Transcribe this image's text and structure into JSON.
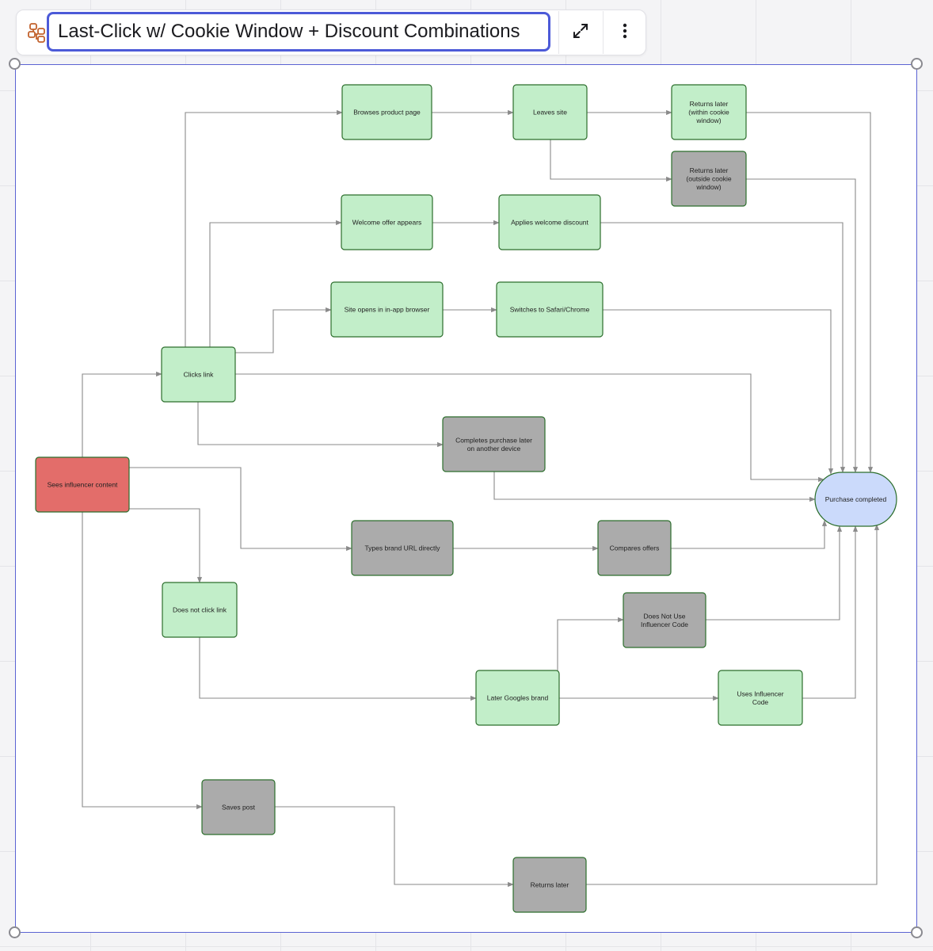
{
  "header": {
    "title": "Last-Click w/ Cookie Window + Discount Combinations",
    "icon": "diagram-icon",
    "expand_icon": "expand-icon",
    "more_icon": "more-vertical-icon"
  },
  "colors": {
    "accent": "#4c5ad8",
    "green": "#c2eec9",
    "gray": "#ababab",
    "red": "#e36d6a",
    "blue": "#cbdafb",
    "edge": "#8a8a8a"
  },
  "nodes": [
    {
      "id": "sees-influencer-content",
      "lines": [
        "Sees influencer content"
      ],
      "style": "red"
    },
    {
      "id": "clicks-link",
      "lines": [
        "Clicks link"
      ],
      "style": "green"
    },
    {
      "id": "browses-product-page",
      "lines": [
        "Browses product page"
      ],
      "style": "green"
    },
    {
      "id": "leaves-site",
      "lines": [
        "Leaves site"
      ],
      "style": "green"
    },
    {
      "id": "returns-later-within",
      "lines": [
        "Returns later",
        "(within cookie",
        "window)"
      ],
      "style": "green"
    },
    {
      "id": "returns-later-outside",
      "lines": [
        "Returns later",
        "(outside cookie",
        "window)"
      ],
      "style": "gray"
    },
    {
      "id": "welcome-offer-appears",
      "lines": [
        "Welcome offer appears"
      ],
      "style": "green"
    },
    {
      "id": "applies-welcome-discount",
      "lines": [
        "Applies welcome discount"
      ],
      "style": "green"
    },
    {
      "id": "site-opens-in-app-browser",
      "lines": [
        "Site opens in in-app browser"
      ],
      "style": "green"
    },
    {
      "id": "switches-to-safari-chrome",
      "lines": [
        "Switches to Safari/Chrome"
      ],
      "style": "green"
    },
    {
      "id": "completes-purchase-later",
      "lines": [
        "Completes purchase later",
        "on another device"
      ],
      "style": "gray"
    },
    {
      "id": "purchase-completed",
      "lines": [
        "Purchase completed"
      ],
      "style": "blue"
    },
    {
      "id": "types-brand-url",
      "lines": [
        "Types brand URL directly"
      ],
      "style": "gray"
    },
    {
      "id": "compares-offers",
      "lines": [
        "Compares offers"
      ],
      "style": "gray"
    },
    {
      "id": "does-not-click-link",
      "lines": [
        "Does not click link"
      ],
      "style": "green"
    },
    {
      "id": "does-not-use-influencer-code",
      "lines": [
        "Does Not Use",
        "Influencer Code"
      ],
      "style": "gray"
    },
    {
      "id": "later-googles-brand",
      "lines": [
        "Later Googles brand"
      ],
      "style": "green"
    },
    {
      "id": "uses-influencer-code",
      "lines": [
        "Uses Influencer",
        "Code"
      ],
      "style": "green"
    },
    {
      "id": "saves-post",
      "lines": [
        "Saves post"
      ],
      "style": "gray"
    },
    {
      "id": "returns-later",
      "lines": [
        "Returns later"
      ],
      "style": "gray"
    }
  ],
  "edges": [
    {
      "from": "sees-influencer-content",
      "to": "clicks-link"
    },
    {
      "from": "sees-influencer-content",
      "to": "types-brand-url"
    },
    {
      "from": "sees-influencer-content",
      "to": "does-not-click-link"
    },
    {
      "from": "sees-influencer-content",
      "to": "saves-post"
    },
    {
      "from": "clicks-link",
      "to": "browses-product-page"
    },
    {
      "from": "clicks-link",
      "to": "welcome-offer-appears"
    },
    {
      "from": "clicks-link",
      "to": "site-opens-in-app-browser"
    },
    {
      "from": "clicks-link",
      "to": "purchase-completed"
    },
    {
      "from": "clicks-link",
      "to": "completes-purchase-later"
    },
    {
      "from": "browses-product-page",
      "to": "leaves-site"
    },
    {
      "from": "leaves-site",
      "to": "returns-later-within"
    },
    {
      "from": "leaves-site",
      "to": "returns-later-outside"
    },
    {
      "from": "returns-later-within",
      "to": "purchase-completed"
    },
    {
      "from": "returns-later-outside",
      "to": "purchase-completed"
    },
    {
      "from": "welcome-offer-appears",
      "to": "applies-welcome-discount"
    },
    {
      "from": "applies-welcome-discount",
      "to": "purchase-completed"
    },
    {
      "from": "site-opens-in-app-browser",
      "to": "switches-to-safari-chrome"
    },
    {
      "from": "switches-to-safari-chrome",
      "to": "purchase-completed"
    },
    {
      "from": "completes-purchase-later",
      "to": "purchase-completed"
    },
    {
      "from": "types-brand-url",
      "to": "compares-offers"
    },
    {
      "from": "compares-offers",
      "to": "purchase-completed"
    },
    {
      "from": "does-not-click-link",
      "to": "later-googles-brand"
    },
    {
      "from": "later-googles-brand",
      "to": "does-not-use-influencer-code"
    },
    {
      "from": "later-googles-brand",
      "to": "uses-influencer-code"
    },
    {
      "from": "does-not-use-influencer-code",
      "to": "purchase-completed"
    },
    {
      "from": "uses-influencer-code",
      "to": "purchase-completed"
    },
    {
      "from": "saves-post",
      "to": "returns-later"
    },
    {
      "from": "returns-later",
      "to": "purchase-completed"
    }
  ]
}
